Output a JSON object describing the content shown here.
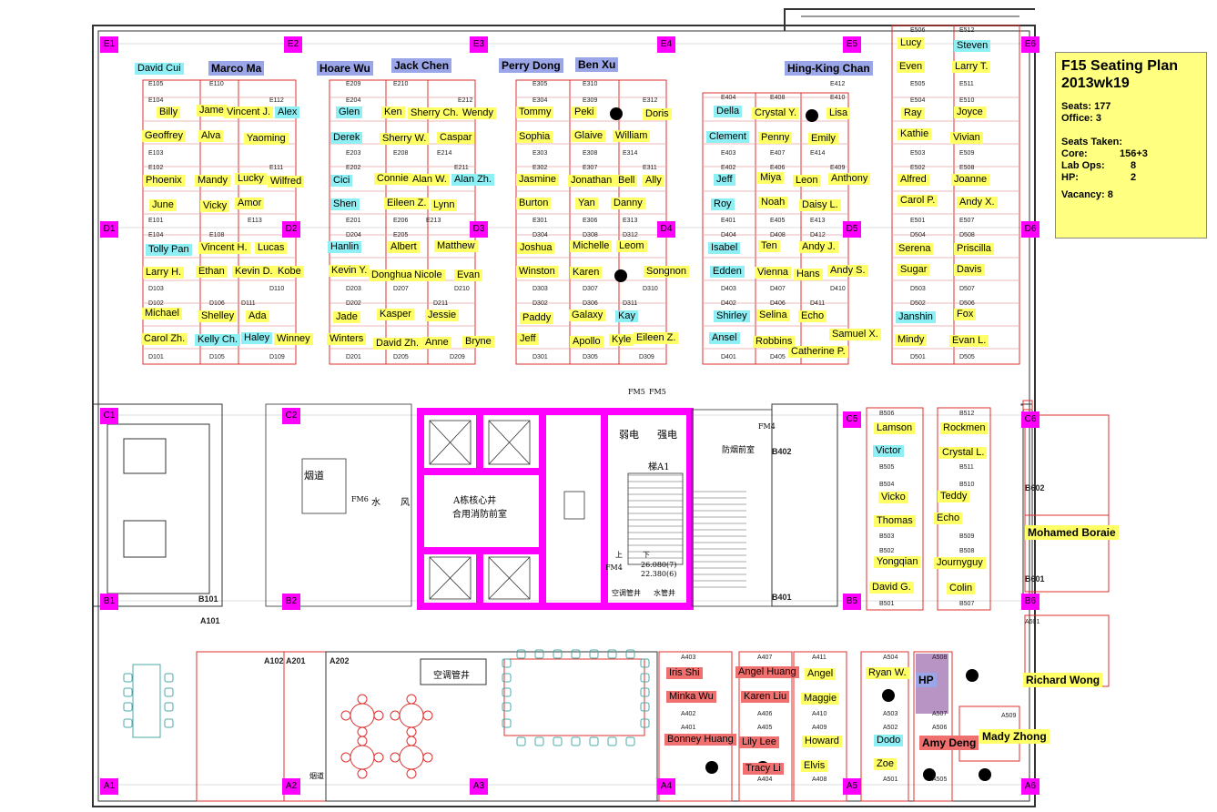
{
  "info": {
    "title_line1": "F15 Seating Plan",
    "title_line2": "2013wk19",
    "seats": "Seats: 177",
    "office": "Office: 3",
    "seats_taken": "Seats Taken:",
    "core_label": "Core:",
    "core_value": "156+3",
    "labops_label": "Lab Ops:",
    "labops_value": "8",
    "hp_label": "HP:",
    "hp_value": "2",
    "vacancy": "Vacancy:  8"
  },
  "colors": {
    "wall": "#e03030",
    "structure": "#ff00ff",
    "person_yellow": "#ffff66",
    "person_cyan": "#8ef0f5",
    "person_red": "#f07070",
    "person_blue": "#9aa6e8"
  },
  "axes": [
    "E1",
    "E2",
    "E3",
    "E4",
    "E5",
    "E6",
    "D1",
    "D2",
    "D3",
    "D4",
    "D5",
    "D6",
    "C1",
    "C2",
    "C5",
    "C6",
    "B1",
    "B2",
    "B5",
    "B6",
    "A1",
    "A2",
    "A3",
    "A4",
    "A5",
    "A6"
  ],
  "people": [
    {
      "name": "David Cui",
      "style": "c"
    },
    {
      "name": "Marco Ma",
      "style": "b big"
    },
    {
      "name": "Hoare Wu",
      "style": "b big"
    },
    {
      "name": "Jack Chen",
      "style": "b big"
    },
    {
      "name": "Perry Dong",
      "style": "b big"
    },
    {
      "name": "Ben Xu",
      "style": "b big"
    },
    {
      "name": "Hing-King Chan",
      "style": "b big"
    },
    {
      "name": "Lucy",
      "style": "y"
    },
    {
      "name": "Steven",
      "style": "c"
    },
    {
      "name": "Even",
      "style": "y"
    },
    {
      "name": "Larry T.",
      "style": "y"
    },
    {
      "name": "Billy",
      "style": "y"
    },
    {
      "name": "Jame",
      "style": "y"
    },
    {
      "name": "Vincent J.",
      "style": "y"
    },
    {
      "name": "Alex",
      "style": "c"
    },
    {
      "name": "Glen",
      "style": "c"
    },
    {
      "name": "Ken",
      "style": "y"
    },
    {
      "name": "Sherry Ch.",
      "style": "y"
    },
    {
      "name": "Wendy",
      "style": "y"
    },
    {
      "name": "Tommy",
      "style": "y"
    },
    {
      "name": "Peki",
      "style": "y"
    },
    {
      "name": "Doris",
      "style": "y"
    },
    {
      "name": "Della",
      "style": "c"
    },
    {
      "name": "Crystal Y.",
      "style": "y"
    },
    {
      "name": "Lisa",
      "style": "y"
    },
    {
      "name": "Ray",
      "style": "y"
    },
    {
      "name": "Joyce",
      "style": "y"
    },
    {
      "name": "Geoffrey",
      "style": "y"
    },
    {
      "name": "Alva",
      "style": "y"
    },
    {
      "name": "Yaoming",
      "style": "y"
    },
    {
      "name": "Derek",
      "style": "c"
    },
    {
      "name": "Sherry W.",
      "style": "y"
    },
    {
      "name": "Caspar",
      "style": "y"
    },
    {
      "name": "Sophia",
      "style": "y"
    },
    {
      "name": "Glaive",
      "style": "y"
    },
    {
      "name": "William",
      "style": "y"
    },
    {
      "name": "Clement",
      "style": "c"
    },
    {
      "name": "Penny",
      "style": "y"
    },
    {
      "name": "Emily",
      "style": "y"
    },
    {
      "name": "Kathie",
      "style": "y"
    },
    {
      "name": "Vivian",
      "style": "y"
    },
    {
      "name": "Phoenix",
      "style": "y"
    },
    {
      "name": "Mandy",
      "style": "y"
    },
    {
      "name": "Lucky",
      "style": "y"
    },
    {
      "name": "Wilfred",
      "style": "y"
    },
    {
      "name": "Cici",
      "style": "c"
    },
    {
      "name": "Connie",
      "style": "y"
    },
    {
      "name": "Alan W.",
      "style": "y"
    },
    {
      "name": "Alan Zh.",
      "style": "c"
    },
    {
      "name": "Jasmine",
      "style": "y"
    },
    {
      "name": "Jonathan",
      "style": "y"
    },
    {
      "name": "Bell",
      "style": "y"
    },
    {
      "name": "Ally",
      "style": "y"
    },
    {
      "name": "Jeff",
      "style": "c"
    },
    {
      "name": "Miya",
      "style": "y"
    },
    {
      "name": "Leon",
      "style": "y"
    },
    {
      "name": "Anthony",
      "style": "y"
    },
    {
      "name": "Alfred",
      "style": "y"
    },
    {
      "name": "Joanne",
      "style": "y"
    },
    {
      "name": "June",
      "style": "y"
    },
    {
      "name": "Vicky",
      "style": "y"
    },
    {
      "name": "Amor",
      "style": "y"
    },
    {
      "name": "Shen",
      "style": "c"
    },
    {
      "name": "Eileen Z.",
      "style": "y"
    },
    {
      "name": "Lynn",
      "style": "y"
    },
    {
      "name": "Burton",
      "style": "y"
    },
    {
      "name": "Yan",
      "style": "y"
    },
    {
      "name": "Danny",
      "style": "y"
    },
    {
      "name": "Roy",
      "style": "c"
    },
    {
      "name": "Noah",
      "style": "y"
    },
    {
      "name": "Daisy L.",
      "style": "y"
    },
    {
      "name": "Carol P.",
      "style": "y"
    },
    {
      "name": "Andy X.",
      "style": "y"
    },
    {
      "name": "Tolly Pan",
      "style": "c"
    },
    {
      "name": "Vincent H.",
      "style": "y"
    },
    {
      "name": "Lucas",
      "style": "y"
    },
    {
      "name": "Hanlin",
      "style": "c"
    },
    {
      "name": "Albert",
      "style": "y"
    },
    {
      "name": "Matthew",
      "style": "y"
    },
    {
      "name": "Joshua",
      "style": "y"
    },
    {
      "name": "Michelle",
      "style": "y"
    },
    {
      "name": "Leom",
      "style": "y"
    },
    {
      "name": "Isabel",
      "style": "c"
    },
    {
      "name": "Ten",
      "style": "y"
    },
    {
      "name": "Andy J.",
      "style": "y"
    },
    {
      "name": "Serena",
      "style": "y"
    },
    {
      "name": "Priscilla",
      "style": "y"
    },
    {
      "name": "Larry H.",
      "style": "y"
    },
    {
      "name": "Ethan",
      "style": "y"
    },
    {
      "name": "Kevin D.",
      "style": "y"
    },
    {
      "name": "Kobe",
      "style": "y"
    },
    {
      "name": "Kevin Y.",
      "style": "y"
    },
    {
      "name": "Donghua",
      "style": "y"
    },
    {
      "name": "Nicole",
      "style": "y"
    },
    {
      "name": "Evan",
      "style": "y"
    },
    {
      "name": "Winston",
      "style": "y"
    },
    {
      "name": "Karen",
      "style": "y"
    },
    {
      "name": "Songnon",
      "style": "y"
    },
    {
      "name": "Edden",
      "style": "c"
    },
    {
      "name": "Vienna",
      "style": "y"
    },
    {
      "name": "Hans",
      "style": "y"
    },
    {
      "name": "Andy S.",
      "style": "y"
    },
    {
      "name": "Sugar",
      "style": "y"
    },
    {
      "name": "Davis",
      "style": "y"
    },
    {
      "name": "Michael",
      "style": "y"
    },
    {
      "name": "Shelley",
      "style": "y"
    },
    {
      "name": "Ada",
      "style": "y"
    },
    {
      "name": "Jade",
      "style": "y"
    },
    {
      "name": "Kasper",
      "style": "y"
    },
    {
      "name": "Jessie",
      "style": "y"
    },
    {
      "name": "Paddy",
      "style": "y"
    },
    {
      "name": "Galaxy",
      "style": "y"
    },
    {
      "name": "Kay",
      "style": "c"
    },
    {
      "name": "Shirley",
      "style": "c"
    },
    {
      "name": "Selina",
      "style": "y"
    },
    {
      "name": "Echo",
      "style": "y"
    },
    {
      "name": "Janshin",
      "style": "c"
    },
    {
      "name": "Fox",
      "style": "y"
    },
    {
      "name": "Carol Zh.",
      "style": "y"
    },
    {
      "name": "Kelly Ch.",
      "style": "c"
    },
    {
      "name": "Haley",
      "style": "c"
    },
    {
      "name": "Winney",
      "style": "y"
    },
    {
      "name": "Winters",
      "style": "y"
    },
    {
      "name": "David Zh.",
      "style": "y"
    },
    {
      "name": "Anne",
      "style": "y"
    },
    {
      "name": "Bryne",
      "style": "y"
    },
    {
      "name": "Jeff",
      "style": "y"
    },
    {
      "name": "Apollo",
      "style": "y"
    },
    {
      "name": "Kyle",
      "style": "y"
    },
    {
      "name": "Eileen Z.",
      "style": "y"
    },
    {
      "name": "Ansel",
      "style": "c"
    },
    {
      "name": "Robbins",
      "style": "y"
    },
    {
      "name": "Samuel X.",
      "style": "y"
    },
    {
      "name": "Catherine P.",
      "style": "y"
    },
    {
      "name": "Mindy",
      "style": "y"
    },
    {
      "name": "Evan L.",
      "style": "y"
    },
    {
      "name": "Lamson",
      "style": "y"
    },
    {
      "name": "Rockmen",
      "style": "y"
    },
    {
      "name": "Victor",
      "style": "c"
    },
    {
      "name": "Crystal L.",
      "style": "y"
    },
    {
      "name": "Vicko",
      "style": "y"
    },
    {
      "name": "Teddy",
      "style": "y"
    },
    {
      "name": "Thomas",
      "style": "y"
    },
    {
      "name": "Echo",
      "style": "y"
    },
    {
      "name": "Mohamed Boraie",
      "style": "y big"
    },
    {
      "name": "Yongqian",
      "style": "y"
    },
    {
      "name": "Journyguy",
      "style": "y"
    },
    {
      "name": "David G.",
      "style": "y"
    },
    {
      "name": "Colin",
      "style": "y"
    },
    {
      "name": "Iris Shi",
      "style": "r"
    },
    {
      "name": "Angel Huang",
      "style": "r"
    },
    {
      "name": "Angel",
      "style": "y"
    },
    {
      "name": "Ryan W.",
      "style": "y"
    },
    {
      "name": "HP",
      "style": "b big"
    },
    {
      "name": "Richard Wong",
      "style": "y big"
    },
    {
      "name": "Minka Wu",
      "style": "r"
    },
    {
      "name": "Karen Liu",
      "style": "r"
    },
    {
      "name": "Maggie",
      "style": "y"
    },
    {
      "name": "Bonney Huang",
      "style": "r"
    },
    {
      "name": "Lily Lee",
      "style": "r"
    },
    {
      "name": "Howard",
      "style": "y"
    },
    {
      "name": "Dodo",
      "style": "c"
    },
    {
      "name": "Amy Deng",
      "style": "r big"
    },
    {
      "name": "Mady Zhong",
      "style": "y big"
    },
    {
      "name": "Tracy Li",
      "style": "r"
    },
    {
      "name": "Elvis",
      "style": "y"
    },
    {
      "name": "Zoe",
      "style": "y"
    }
  ],
  "seat_codes": [
    "E105",
    "E110",
    "E104",
    "E112",
    "E103",
    "E102",
    "E111",
    "E101",
    "E113",
    "E104",
    "E108",
    "D103",
    "D110",
    "D102",
    "D106",
    "D111",
    "D101",
    "D105",
    "D109",
    "E209",
    "E210",
    "E204",
    "E212",
    "E203",
    "E208",
    "E214",
    "E202",
    "E211",
    "E201",
    "E206",
    "E213",
    "E205",
    "D204",
    "D203",
    "D207",
    "D210",
    "D202",
    "D211",
    "D201",
    "D205",
    "D209",
    "E305",
    "E310",
    "E304",
    "E309",
    "E312",
    "E303",
    "E308",
    "E314",
    "E302",
    "E307",
    "E311",
    "E301",
    "E306",
    "E313",
    "D304",
    "D308",
    "D312",
    "D303",
    "D307",
    "D310",
    "D302",
    "D306",
    "D311",
    "D301",
    "D305",
    "D309",
    "E404",
    "E408",
    "E410",
    "E403",
    "E407",
    "E414",
    "E402",
    "E406",
    "E409",
    "E401",
    "E405",
    "E413",
    "D404",
    "D408",
    "D412",
    "D403",
    "D407",
    "D410",
    "D402",
    "D406",
    "D411",
    "D401",
    "D405",
    "E506",
    "E512",
    "E505",
    "E511",
    "E504",
    "E510",
    "E503",
    "E509",
    "E502",
    "E508",
    "E501",
    "E507",
    "D504",
    "D508",
    "D503",
    "D507",
    "D502",
    "D506",
    "D501",
    "D505",
    "E412",
    "B506",
    "B512",
    "B505",
    "B511",
    "B504",
    "B510",
    "B503",
    "B509",
    "B502",
    "B508",
    "B501",
    "B507",
    "A403",
    "A407",
    "A411",
    "A504",
    "A508",
    "A402",
    "A406",
    "A410",
    "A503",
    "A507",
    "A401",
    "A405",
    "A409",
    "A502",
    "A506",
    "A404",
    "A408",
    "A501",
    "A505",
    "A509",
    "B402",
    "B401",
    "B101",
    "A101",
    "A102",
    "A201",
    "A202",
    "B601",
    "B602",
    "A601"
  ],
  "core_text": {
    "core_line1": "A栋核心井",
    "core_line2": "合用消防前室",
    "weak": "弱电",
    "strong": "强电",
    "stair": "梯A1",
    "fire_room": "防烟前室",
    "smoke": "烟道",
    "water": "水",
    "wind": "风",
    "fm6": "FM6",
    "ac_shaft": "空调管井",
    "water_shaft": "水管井",
    "ac_shaft2": "空调管井",
    "fm5a": "FM5",
    "fm5b": "FM5",
    "fm4": "FM4",
    "fm4b": "FM4",
    "elev": "26.080(7)",
    "elev2": "22.380(6)",
    "up": "上",
    "down": "下",
    "smoke2": "烟道"
  }
}
